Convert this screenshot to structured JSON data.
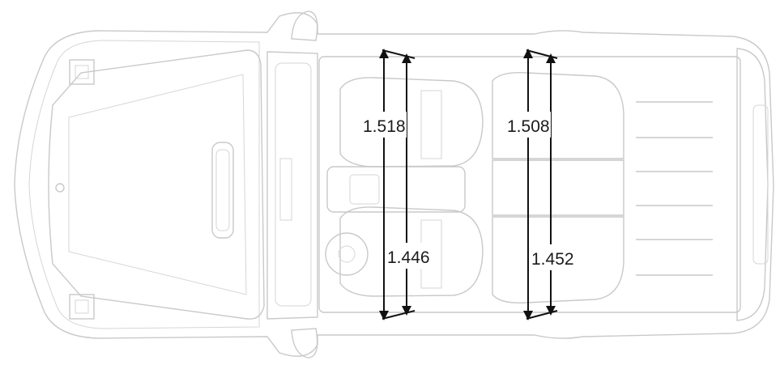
{
  "dimensions": {
    "front_shoulder": "1.518",
    "rear_shoulder": "1.508",
    "front_elbow": "1.446",
    "rear_elbow": "1.452"
  },
  "colors": {
    "outline": "#c9c9c9",
    "dimension_line": "#111111",
    "background": "#ffffff"
  }
}
